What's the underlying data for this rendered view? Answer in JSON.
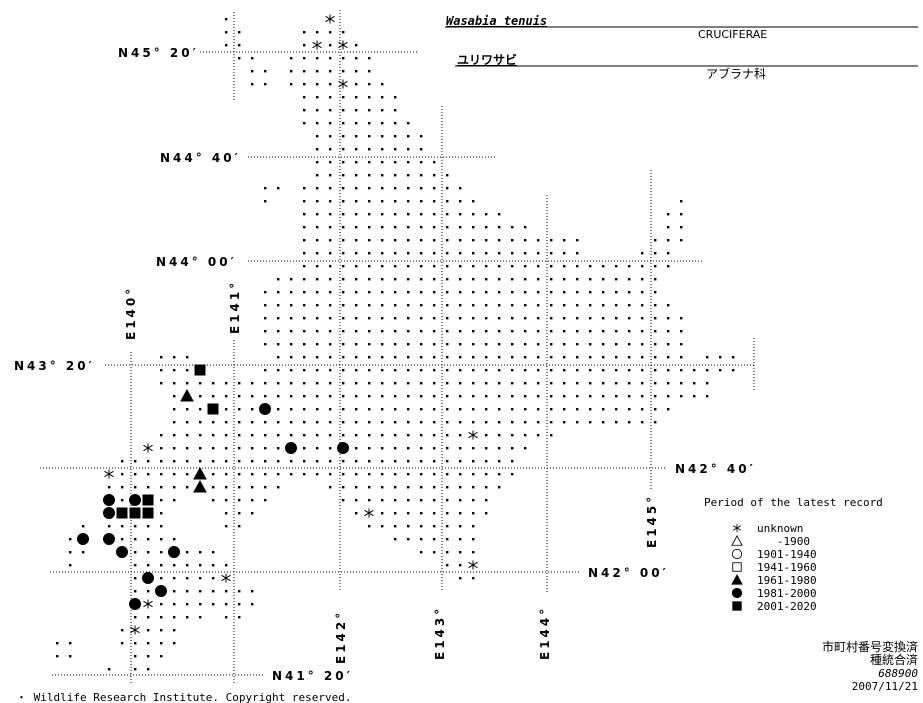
{
  "title": {
    "scientific_name": "Wasabia tenuis",
    "family": "CRUCIFERAE",
    "japanese_name": "ユリワサビ",
    "family_japanese": "アブラナ科"
  },
  "grid_labels": {
    "lat_45_20": "N45° 20′",
    "lat_44_40": "N44° 40′",
    "lat_44_00": "N44° 00′",
    "lat_43_20": "N43° 20′",
    "lat_42_40": "N42° 40′",
    "lat_42_00": "N42° 00′",
    "lat_41_20": "N41° 20′",
    "lon_140": "E140°",
    "lon_141": "E141°",
    "lon_142": "E142°",
    "lon_143": "E143°",
    "lon_144": "E144°",
    "lon_145": "E145°"
  },
  "legend": {
    "title": "Period of the latest record",
    "items": [
      {
        "symbol": "asterisk",
        "label": "unknown"
      },
      {
        "symbol": "triangle-open",
        "label": "   -1900"
      },
      {
        "symbol": "circle-open",
        "label": "1901-1940"
      },
      {
        "symbol": "square-open",
        "label": "1941-1960"
      },
      {
        "symbol": "triangle-filled",
        "label": "1961-1980"
      },
      {
        "symbol": "circle-filled",
        "label": "1981-2000"
      },
      {
        "symbol": "square-filled",
        "label": "2001-2020"
      }
    ]
  },
  "notes": {
    "line1": "市町村番号変換済",
    "line2": "種統合済",
    "code": "688900",
    "date": "2007/11/21"
  },
  "copyright": "・ Wildlife Research Institute. Copyright reserved.",
  "records": [
    {
      "symbol": "asterisk",
      "lon": 141.9375,
      "lat": 45.5417
    },
    {
      "symbol": "asterisk",
      "lon": 141.8125,
      "lat": 45.375
    },
    {
      "symbol": "asterisk",
      "lon": 142.0625,
      "lat": 45.375
    },
    {
      "symbol": "asterisk",
      "lon": 142.0625,
      "lat": 45.125
    },
    {
      "symbol": "asterisk",
      "lon": 140.1875,
      "lat": 42.7917
    },
    {
      "symbol": "asterisk",
      "lon": 143.3125,
      "lat": 42.875
    },
    {
      "symbol": "asterisk",
      "lon": 139.8125,
      "lat": 42.625
    },
    {
      "symbol": "asterisk",
      "lon": 142.3125,
      "lat": 42.375
    },
    {
      "symbol": "asterisk",
      "lon": 143.3125,
      "lat": 42.0417
    },
    {
      "symbol": "asterisk",
      "lon": 140.9375,
      "lat": 41.9583
    },
    {
      "symbol": "asterisk",
      "lon": 140.1875,
      "lat": 41.7917
    },
    {
      "symbol": "asterisk",
      "lon": 140.0625,
      "lat": 41.625
    },
    {
      "symbol": "triangle-filled",
      "lon": 140.5625,
      "lat": 43.125
    },
    {
      "symbol": "triangle-filled",
      "lon": 140.6875,
      "lat": 42.625
    },
    {
      "symbol": "triangle-filled",
      "lon": 140.6875,
      "lat": 42.5417
    },
    {
      "symbol": "circle-filled",
      "lon": 141.3125,
      "lat": 43.0417
    },
    {
      "symbol": "circle-filled",
      "lon": 141.5625,
      "lat": 42.7917
    },
    {
      "symbol": "circle-filled",
      "lon": 142.0625,
      "lat": 42.7917
    },
    {
      "symbol": "circle-filled",
      "lon": 139.8125,
      "lat": 42.4583
    },
    {
      "symbol": "circle-filled",
      "lon": 140.0625,
      "lat": 42.4583
    },
    {
      "symbol": "circle-filled",
      "lon": 139.8125,
      "lat": 42.375
    },
    {
      "symbol": "circle-filled",
      "lon": 139.5625,
      "lat": 42.2083
    },
    {
      "symbol": "circle-filled",
      "lon": 139.8125,
      "lat": 42.2083
    },
    {
      "symbol": "circle-filled",
      "lon": 139.9375,
      "lat": 42.125
    },
    {
      "symbol": "circle-filled",
      "lon": 140.4375,
      "lat": 42.125
    },
    {
      "symbol": "circle-filled",
      "lon": 140.1875,
      "lat": 41.9583
    },
    {
      "symbol": "circle-filled",
      "lon": 140.3125,
      "lat": 41.875
    },
    {
      "symbol": "circle-filled",
      "lon": 140.0625,
      "lat": 41.7917
    },
    {
      "symbol": "square-filled",
      "lon": 140.6875,
      "lat": 43.2917
    },
    {
      "symbol": "square-filled",
      "lon": 140.8125,
      "lat": 43.0417
    },
    {
      "symbol": "square-filled",
      "lon": 140.1875,
      "lat": 42.4583
    },
    {
      "symbol": "square-filled",
      "lon": 139.9375,
      "lat": 42.375
    },
    {
      "symbol": "square-filled",
      "lon": 140.0625,
      "lat": 42.375
    },
    {
      "symbol": "square-filled",
      "lon": 140.1875,
      "lat": 42.375
    }
  ]
}
